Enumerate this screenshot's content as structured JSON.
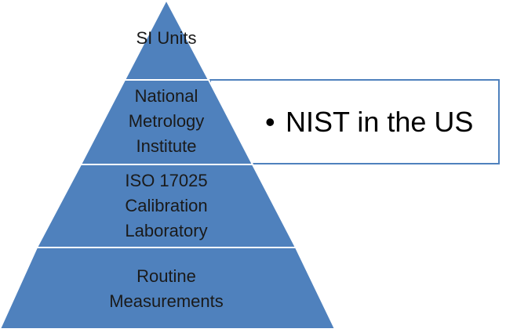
{
  "colors": {
    "pyramid_fill": "#4f81bd",
    "pyramid_stroke": "#ffffff",
    "callout_border": "#4f81bd",
    "callout_fill": "#ffffff",
    "text": "#1a1a1a"
  },
  "pyramid": {
    "tiers": [
      {
        "lines": [
          "SI Units"
        ]
      },
      {
        "lines": [
          "National",
          "Metrology",
          "Institute"
        ]
      },
      {
        "lines": [
          "ISO 17025",
          "Calibration",
          "Laboratory"
        ]
      },
      {
        "lines": [
          "Routine",
          "Measurements"
        ]
      }
    ]
  },
  "callout": {
    "bullet": "•",
    "text": "NIST in the US"
  }
}
